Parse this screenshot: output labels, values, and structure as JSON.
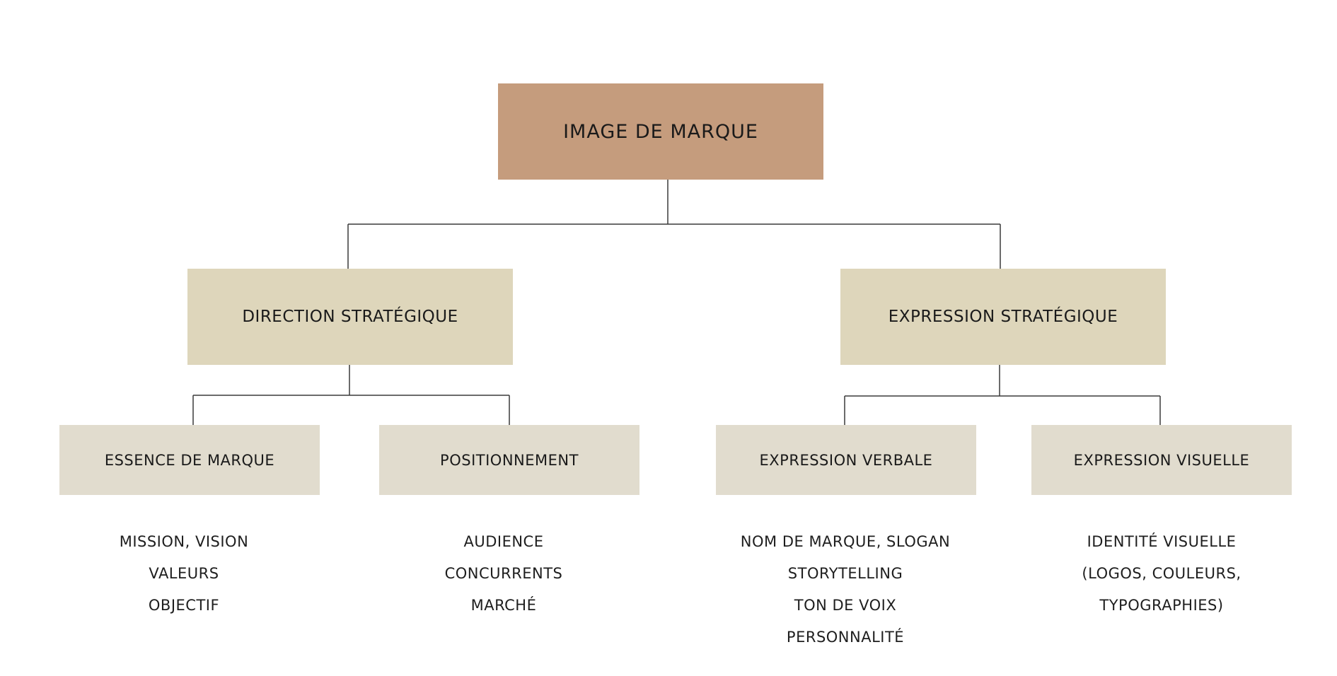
{
  "colors": {
    "root": "#c59c7d",
    "level2": "#ded6bb",
    "level3": "#e1dcce",
    "line": "#3a3a3a"
  },
  "root": {
    "label": "IMAGE DE MARQUE"
  },
  "branches": [
    {
      "label": "DIRECTION STRATÉGIQUE",
      "children": [
        {
          "label": "ESSENCE DE MARQUE",
          "details": [
            "MISSION, VISION",
            "VALEURS",
            "OBJECTIF"
          ]
        },
        {
          "label": "POSITIONNEMENT",
          "details": [
            "AUDIENCE",
            "CONCURRENTS",
            "MARCHÉ"
          ]
        }
      ]
    },
    {
      "label": "EXPRESSION STRATÉGIQUE",
      "children": [
        {
          "label": "EXPRESSION VERBALE",
          "details": [
            "NOM DE MARQUE, SLOGAN",
            "STORYTELLING",
            "TON DE VOIX",
            "PERSONNALITÉ"
          ]
        },
        {
          "label": "EXPRESSION VISUELLE",
          "details": [
            "IDENTITÉ VISUELLE",
            "(LOGOS, COULEURS,",
            "TYPOGRAPHIES)"
          ]
        }
      ]
    }
  ]
}
